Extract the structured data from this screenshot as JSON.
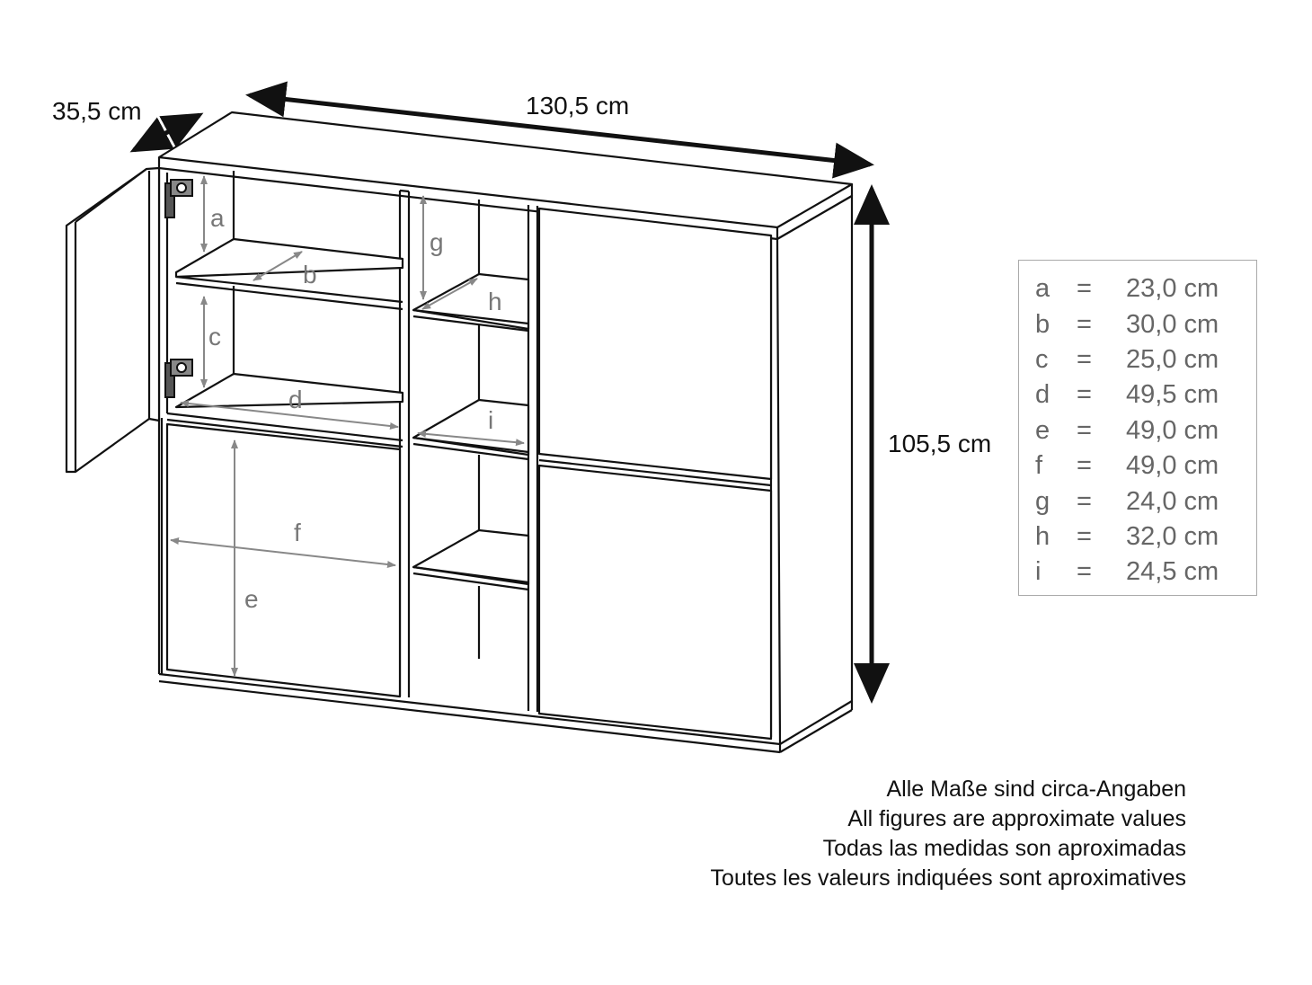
{
  "overall_dimensions": {
    "depth": "35,5 cm",
    "width": "130,5 cm",
    "height": "105,5 cm"
  },
  "markers": [
    "a",
    "b",
    "c",
    "d",
    "e",
    "f",
    "g",
    "h",
    "i"
  ],
  "legend": [
    {
      "key": "a",
      "eq": "=",
      "value": "23,0 cm"
    },
    {
      "key": "b",
      "eq": "=",
      "value": "30,0 cm"
    },
    {
      "key": "c",
      "eq": "=",
      "value": "25,0 cm"
    },
    {
      "key": "d",
      "eq": "=",
      "value": "49,5 cm"
    },
    {
      "key": "e",
      "eq": "=",
      "value": "49,0 cm"
    },
    {
      "key": "f",
      "eq": "=",
      "value": "49,0 cm"
    },
    {
      "key": "g",
      "eq": "=",
      "value": "24,0 cm"
    },
    {
      "key": "h",
      "eq": "=",
      "value": "32,0 cm"
    },
    {
      "key": "i",
      "eq": "=",
      "value": "24,5 cm"
    }
  ],
  "notes": [
    "Alle Maße sind circa-Angaben",
    "All figures are approximate values",
    "Todas las medidas son aproximadas",
    "Toutes les valeurs indiquées sont aproximatives"
  ]
}
